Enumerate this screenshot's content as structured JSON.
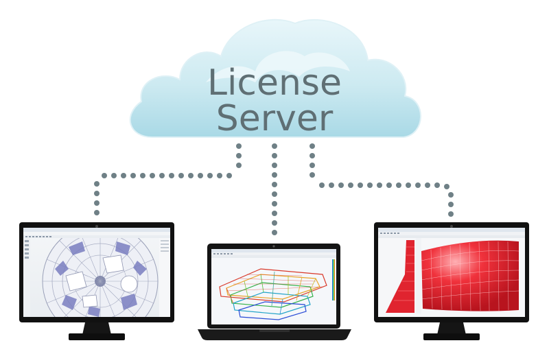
{
  "cloud": {
    "title_line1": "License",
    "title_line2": "Server",
    "fill_color": "#bfe3ec",
    "highlight_color": "#e6f5f9",
    "text_color": "#5f6f74"
  },
  "connection": {
    "dot_color": "#6f8086",
    "style": "dotted"
  },
  "clients": [
    {
      "kind": "monitor",
      "screen": "floor-plan-view",
      "accent": "#7a7fc0"
    },
    {
      "kind": "laptop",
      "screen": "3d-structure-stress-view",
      "accent": "#d93a2b"
    },
    {
      "kind": "monitor",
      "screen": "red-mesh-wall-view",
      "accent": "#e0242f"
    }
  ],
  "icons": {
    "cloud": "cloud-icon",
    "monitor": "monitor-icon",
    "laptop": "laptop-icon"
  }
}
